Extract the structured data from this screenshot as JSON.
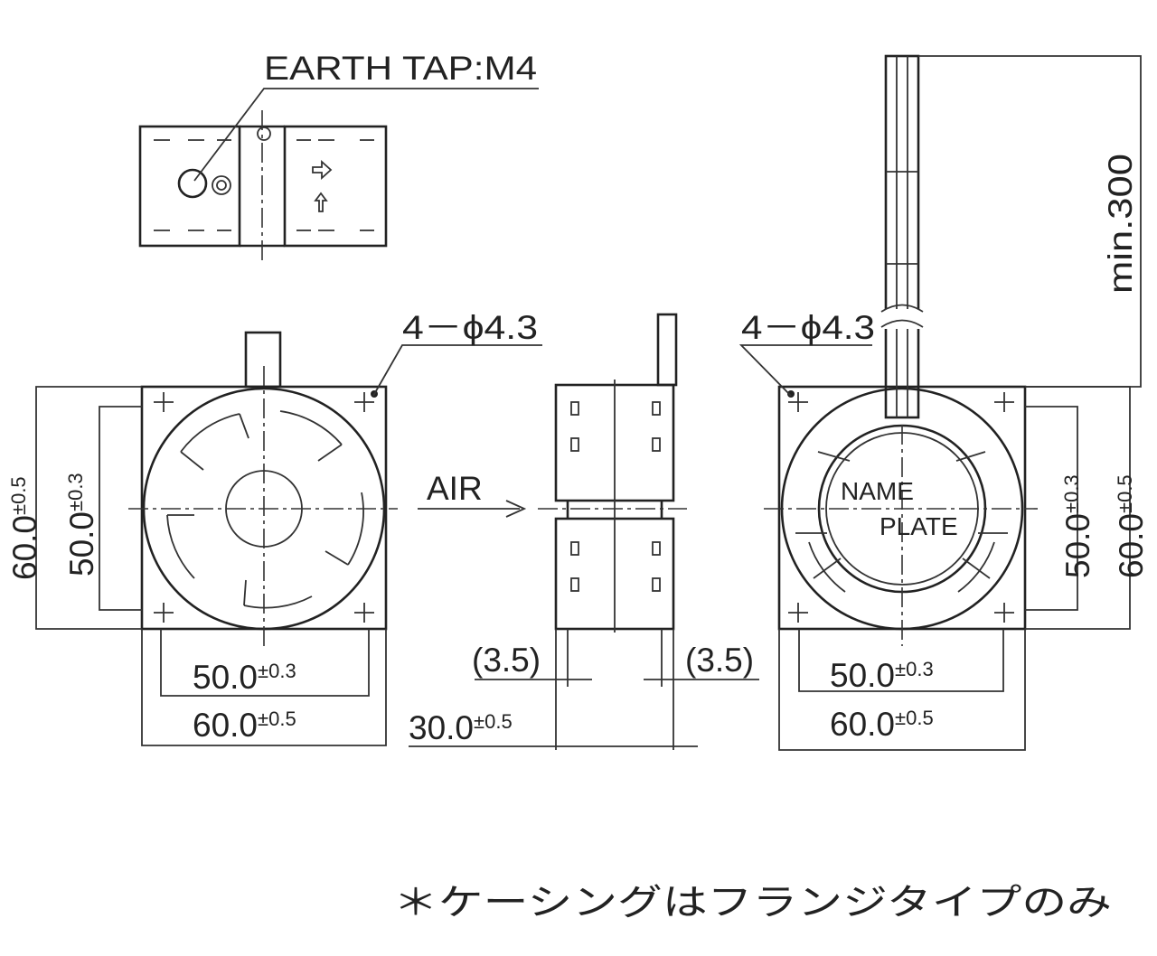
{
  "labels": {
    "earth_tap": "EARTH TAP:M4",
    "holes_front": "4－ϕ4.3",
    "holes_rear": "4－ϕ4.3",
    "min_length": "min.300",
    "air": "AIR",
    "name_plate_line1": "NAME",
    "name_plate_line2": "PLATE"
  },
  "dimensions": {
    "front_outer_height": {
      "value": "60.0",
      "tol": "±0.5"
    },
    "front_inner_height": {
      "value": "50.0",
      "tol": "±0.3"
    },
    "front_inner_width": {
      "value": "50.0",
      "tol": "±0.3"
    },
    "front_outer_width": {
      "value": "60.0",
      "tol": "±0.5"
    },
    "side_depth": {
      "value": "30.0",
      "tol": "±0.5"
    },
    "side_flange_left": "(3.5)",
    "side_flange_right": "(3.5)",
    "rear_inner_width": {
      "value": "50.0",
      "tol": "±0.3"
    },
    "rear_outer_width": {
      "value": "60.0",
      "tol": "±0.5"
    },
    "rear_inner_height": {
      "value": "50.0",
      "tol": "±0.3"
    },
    "rear_outer_height": {
      "value": "60.0",
      "tol": "±0.5"
    }
  },
  "footnote": "＊ケーシングはフランジタイプのみ"
}
